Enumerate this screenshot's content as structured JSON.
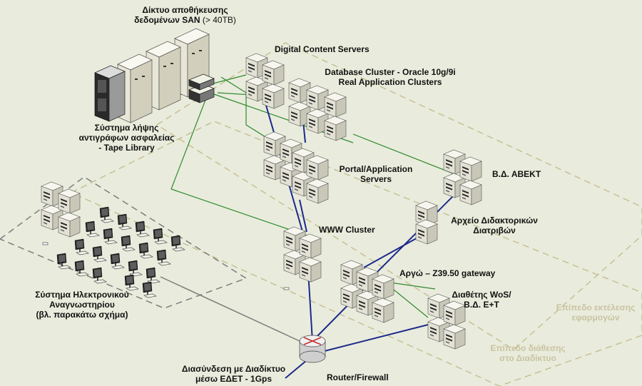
{
  "labels": {
    "san_l1": "Δίκτυο αποθήκευσης",
    "san_l2": "δεδομένων SAN",
    "san_l2_suffix": "(> 40TB)",
    "tape_l1": "Σύστημα λήψης",
    "tape_l2": "αντιγράφων ασφαλείας",
    "tape_l3": "-  Tape Library",
    "digital_content": "Digital Content Servers",
    "db_l1": "Database Cluster - Oracle 10g/9i",
    "db_l2": "Real Application Clusters",
    "portal_l1": "Portal/Application",
    "portal_l2": "Servers",
    "abekt": "Β.Δ. ΑΒΕΚΤ",
    "phd_l1": "Αρχείο Διδακτορικών",
    "phd_l2": "Διατριβών",
    "www": "WWW Cluster",
    "argo": "Αργώ – Z39.50 gateway",
    "wos_l1": "Διαθέτης WoS/",
    "wos_l2": "Β.Δ. Ε+Τ",
    "reading_l1": "Σύστημα Ηλεκτρονικού",
    "reading_l2": "Αναγνωστηρίου",
    "reading_l3": "(βλ. παρακάτω σχήμα)",
    "inet_l1": "Διασύνδεση με Διαδίκτυο",
    "inet_l2": "μέσω ΕΔΕΤ - 1Gps",
    "router": "Router/Firewall",
    "layer_app_l1": "Επίπεδο εκτέλεσης",
    "layer_app_l2": "εφαρμογών",
    "layer_net_l1": "Επίπεδο διάθεσης",
    "layer_net_l2": "στο Διαδίκτυο"
  },
  "colors": {
    "background": "#e9ecdc",
    "lan_link": "#2f8a2f",
    "wan_link": "#1c2a8c",
    "zone_dash": "#c8bf95",
    "reading_room_dash": "#7d7d7d"
  },
  "icons": {
    "server": "server-tower-icon",
    "storage": "storage-cabinet-icon",
    "tape": "tape-library-icon",
    "switch": "network-switch-icon",
    "workstation": "workstation-icon",
    "router": "router-icon"
  }
}
